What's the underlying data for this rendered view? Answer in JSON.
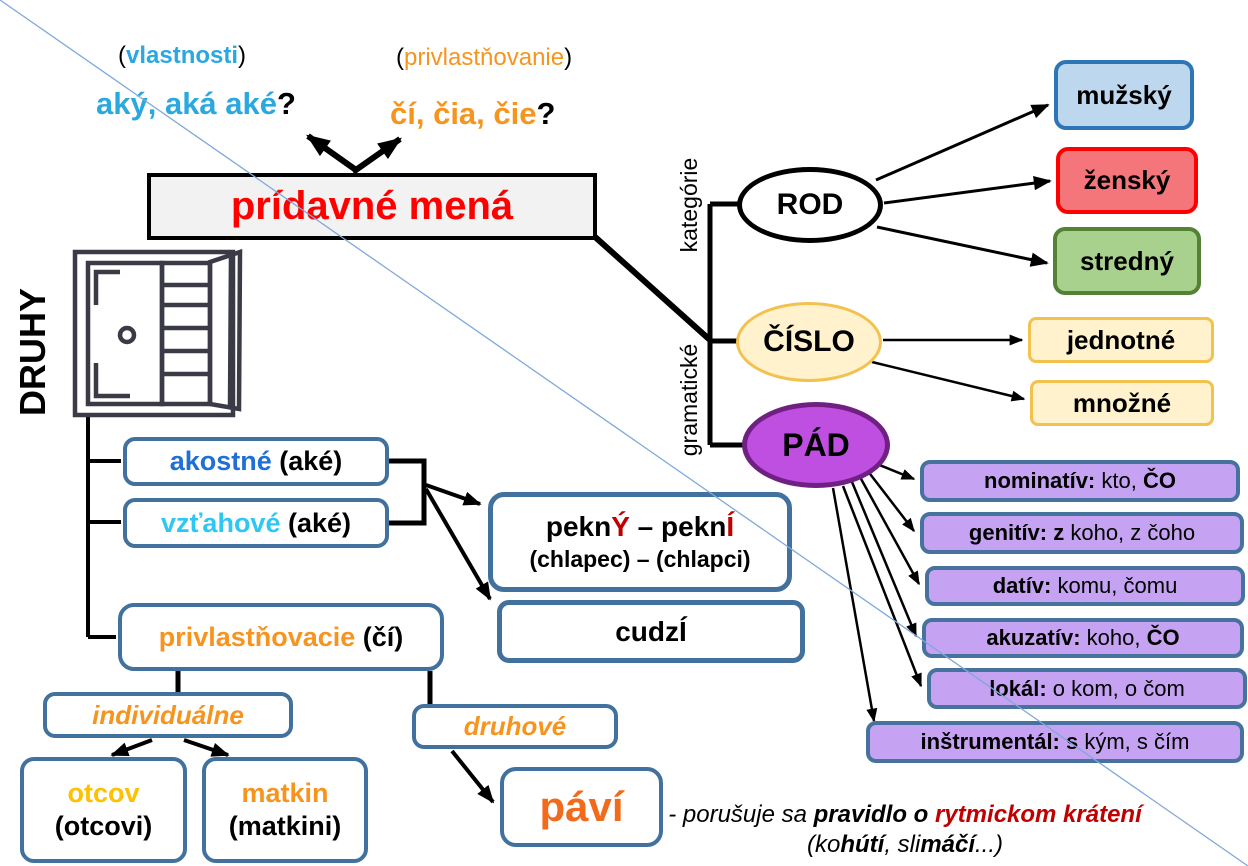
{
  "palette": {
    "sky_blue": "#2BA8E0",
    "deep_blue": "#1F6FD6",
    "cyan": "#2EC6F4",
    "orange": "#F7941E",
    "orange_deep": "#F26A1B",
    "gold": "#FFC000",
    "red": "#FF0000",
    "dark_red": "#C00000",
    "title_fill": "#F2F2F2",
    "box_border_slate": "#41719C",
    "case_fill": "#C5A3F2",
    "case_border": "#47729E",
    "muzsky_fill": "#BDD7EE",
    "muzsky_border": "#2E75B6",
    "zensky_fill": "#F4757A",
    "zensky_border": "#FF0000",
    "stredny_fill": "#A9D18E",
    "stredny_border": "#538135",
    "cislo_fill": "#FFF2CC",
    "cislo_border": "#F2C14E",
    "pad_fill": "#BE4FE0",
    "pad_border": "#702082",
    "diagonal_line_blue": "#7FA8D9"
  },
  "questions": {
    "left": {
      "open": "(",
      "word": "vlastnosti",
      "close": ")",
      "phrase": "aký, aká aké",
      "qmark": "?"
    },
    "right": {
      "open": "(",
      "word": "privlastňovanie",
      "close": ")",
      "phrase": "čí, čia, čie",
      "qmark": "?"
    }
  },
  "title": "prídavné mená",
  "left_branch": {
    "druhy_label": "DRUHY",
    "types": [
      {
        "word": "akostné",
        "paren": " (aké)"
      },
      {
        "word": "vzťahové",
        "paren": " (aké)"
      },
      {
        "word": "privlastňovacie",
        "paren": " (čí)"
      }
    ],
    "pekny": {
      "s1": "pekn",
      "s2": "Ý",
      "s3": " – pekn",
      "s4": "Í",
      "line2": "(chlapec) – (chlapci)"
    },
    "cudzi": "cudzÍ",
    "individualne": "individuálne",
    "druhove": "druhové",
    "otcov": {
      "word": "otcov",
      "paren": "(otcovi)"
    },
    "matkin": {
      "word": "matkin",
      "paren": "(matkini)"
    },
    "pavi": "páví",
    "note": {
      "s1": "- porušuje sa ",
      "s2": "pravidlo o ",
      "s3": "rytmickom krátení",
      "l2s1": "(ko",
      "l2s2": "hútí",
      "l2s3": ", sli",
      "l2s4": "máčí",
      "l2s5": "...)"
    }
  },
  "right_branch": {
    "kategorie_label": "kategórie",
    "gramaticke_label": "gramatické",
    "rod": "ROD",
    "cislo": "ČÍSLO",
    "pad": "PÁD",
    "genders": [
      {
        "label": "mužský"
      },
      {
        "label": "ženský"
      },
      {
        "label": "stredný"
      }
    ],
    "numbers": [
      {
        "label": "jednotné"
      },
      {
        "label": "množné"
      }
    ],
    "cases": [
      {
        "label": "nominatív:",
        "regular": " kto, ",
        "tail": "ČO"
      },
      {
        "label": "genitív: z",
        "regular": " koho, z čoho",
        "tail": ""
      },
      {
        "label": "datív:",
        "regular": " komu, čomu",
        "tail": ""
      },
      {
        "label": "akuzatív:",
        "regular": " koho, ",
        "tail": "ČO"
      },
      {
        "label": "lokál:",
        "regular": " o kom, o čom",
        "tail": ""
      },
      {
        "label": "inštrumentál: s",
        "regular": " kým, s čím",
        "tail": ""
      }
    ]
  }
}
